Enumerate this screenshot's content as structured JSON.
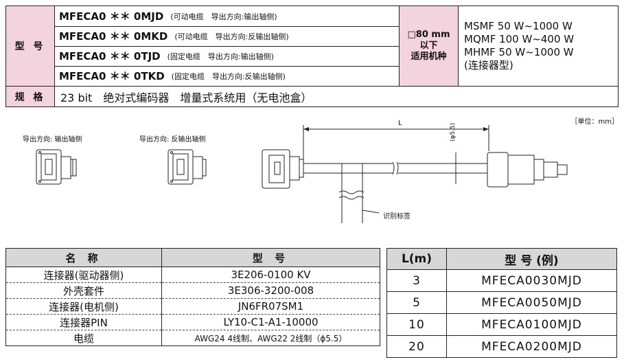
{
  "spec": {
    "model_label": "型 号",
    "models": [
      {
        "code": "MFECA0 ＊＊ 0MJD",
        "note": "(可动电缆　导出方向:输出轴侧)"
      },
      {
        "code": "MFECA0 ＊＊ 0MKD",
        "note": "(可动电缆　导出方向:反输出轴侧)"
      },
      {
        "code": "MFECA0 ＊＊ 0TJD",
        "note": "(固定电缆　导出方向:输出轴侧)"
      },
      {
        "code": "MFECA0 ＊＊ 0TKD",
        "note": "(固定电缆　导出方向:反输出轴侧)"
      }
    ],
    "applicable_label_1": "□80 mm",
    "applicable_label_2": "以下",
    "applicable_label_3": "适用机种",
    "motors": [
      "MSMF 50 W~1000 W",
      "MQMF 100 W~400 W",
      "MHMF 50 W~1000 W",
      "(连接器型)"
    ],
    "spec_label": "规 格",
    "spec_value": "23 bit　绝对式编码器　增量式系统用（无电池盒）"
  },
  "drawing": {
    "unit": "［单位：mm］",
    "view1_label": "导出方向: 输出轴侧",
    "view2_label": "导出方向: 反输出轴侧",
    "dim_L": "L",
    "dim_dia": "(φ5.5)",
    "tag_label": "识别标签"
  },
  "parts": {
    "headers": [
      "名 称",
      "型 号"
    ],
    "rows": [
      [
        "连接器(驱动器侧)",
        "3E206-0100 KV"
      ],
      [
        "外壳套件",
        "3E306-3200-008"
      ],
      [
        "连接器(电机侧)",
        "JN6FR07SM1"
      ],
      [
        "连接器PIN",
        "LY10-C1-A1-10000"
      ],
      [
        "电缆",
        "AWG24  4线制、AWG22  2线制（ϕ5.5）"
      ]
    ]
  },
  "lengths": {
    "headers": [
      "L(m)",
      "型 号 (例)"
    ],
    "rows": [
      [
        "3",
        "MFECA0030MJD"
      ],
      [
        "5",
        "MFECA0050MJD"
      ],
      [
        "10",
        "MFECA0100MJD"
      ],
      [
        "20",
        "MFECA0200MJD"
      ]
    ]
  }
}
